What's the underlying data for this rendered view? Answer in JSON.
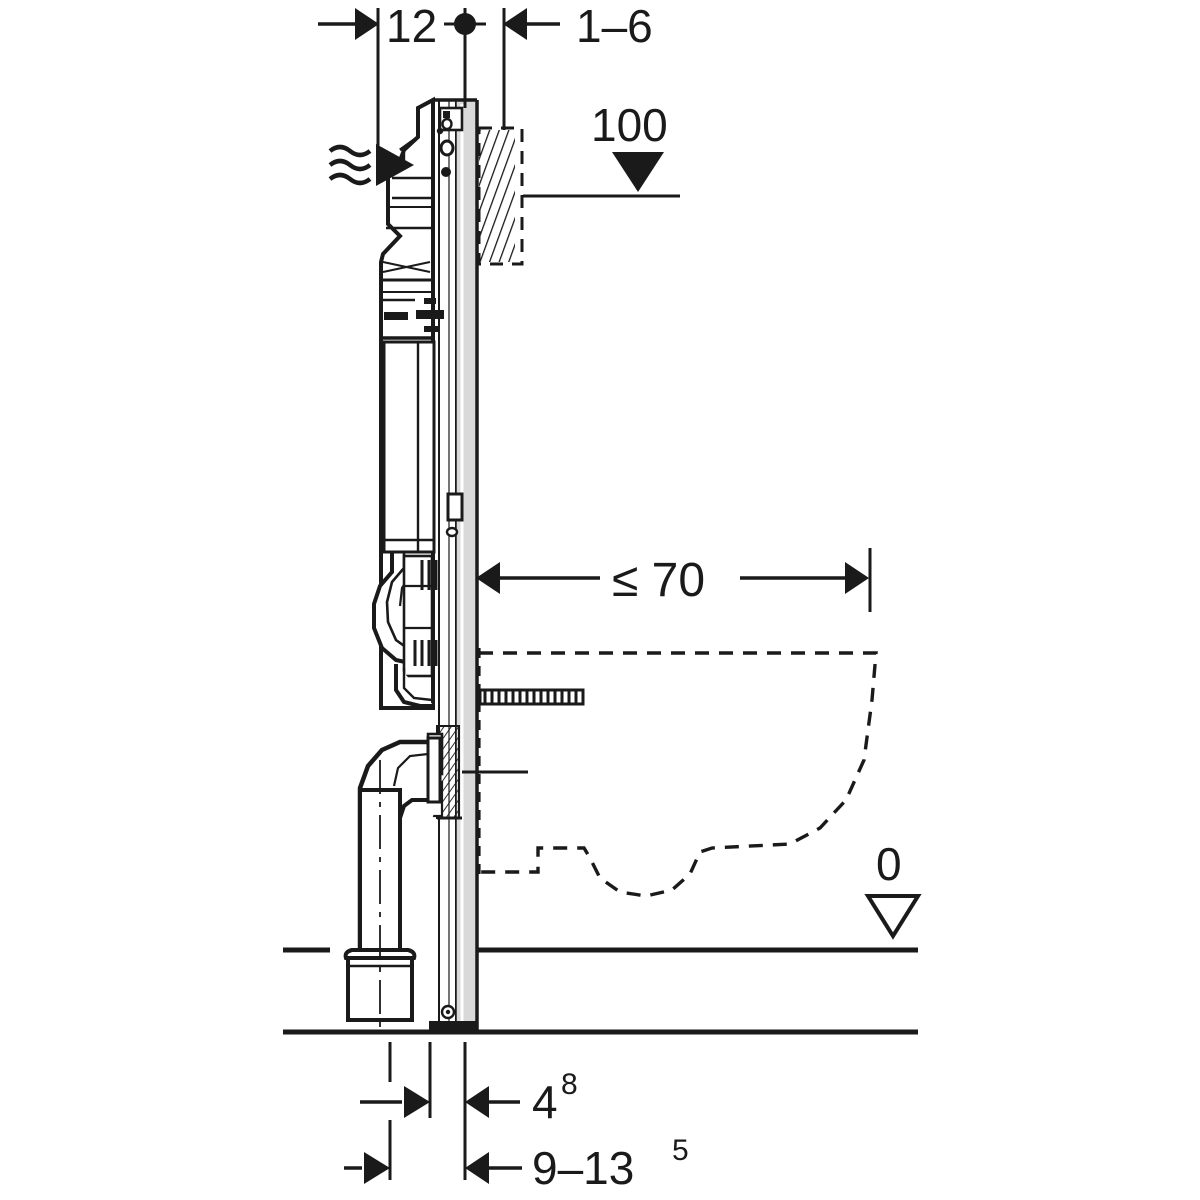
{
  "drawing": {
    "title": "Geberit Duofix WC frame installation sectional drawing",
    "units": "cm",
    "stroke_color": "#1a1a1a",
    "fill_light": "#d9d9d9",
    "background": "#ffffff"
  },
  "dimensions": {
    "top_left": {
      "label": "12",
      "name": "wall-offset-12"
    },
    "top_right": {
      "label": "1–6",
      "name": "wall-finish-1-6"
    },
    "level_top": {
      "label": "100",
      "name": "level-100"
    },
    "projection": {
      "label": "≤ 70",
      "name": "bowl-projection-max-70"
    },
    "level_zero": {
      "label": "0",
      "name": "level-0"
    },
    "bottom_mid": {
      "label": "4",
      "sup": "8",
      "name": "drain-offset-4-8"
    },
    "bottom_low": {
      "label": "9–13",
      "sup": "5",
      "name": "floor-buildup-9-13-5"
    }
  },
  "symbols": {
    "odour_extraction": "air-flow-waves-icon",
    "datum_filled": "level-datum-filled-icon",
    "datum_open": "level-datum-open-icon",
    "arrow_left": "arrow-left-icon",
    "arrow_right": "arrow-right-icon",
    "centerline_dot": "centerline-dot-icon"
  },
  "parts": {
    "frame_rail": "installation-frame-rail",
    "cistern": "concealed-cistern",
    "flush_pipe": "flush-pipe",
    "drain_bend": "drain-elbow-pipe",
    "drain_socket": "drain-socket",
    "threaded_rod": "wc-threaded-mounting-rod",
    "wc_bowl": "wall-hung-wc-bowl-outline",
    "wall_hatch": "wall-finish-hatch",
    "finished_floor": "finished-floor-line",
    "raw_floor": "raw-floor-line",
    "actuator_opening": "actuator-plate-opening"
  }
}
